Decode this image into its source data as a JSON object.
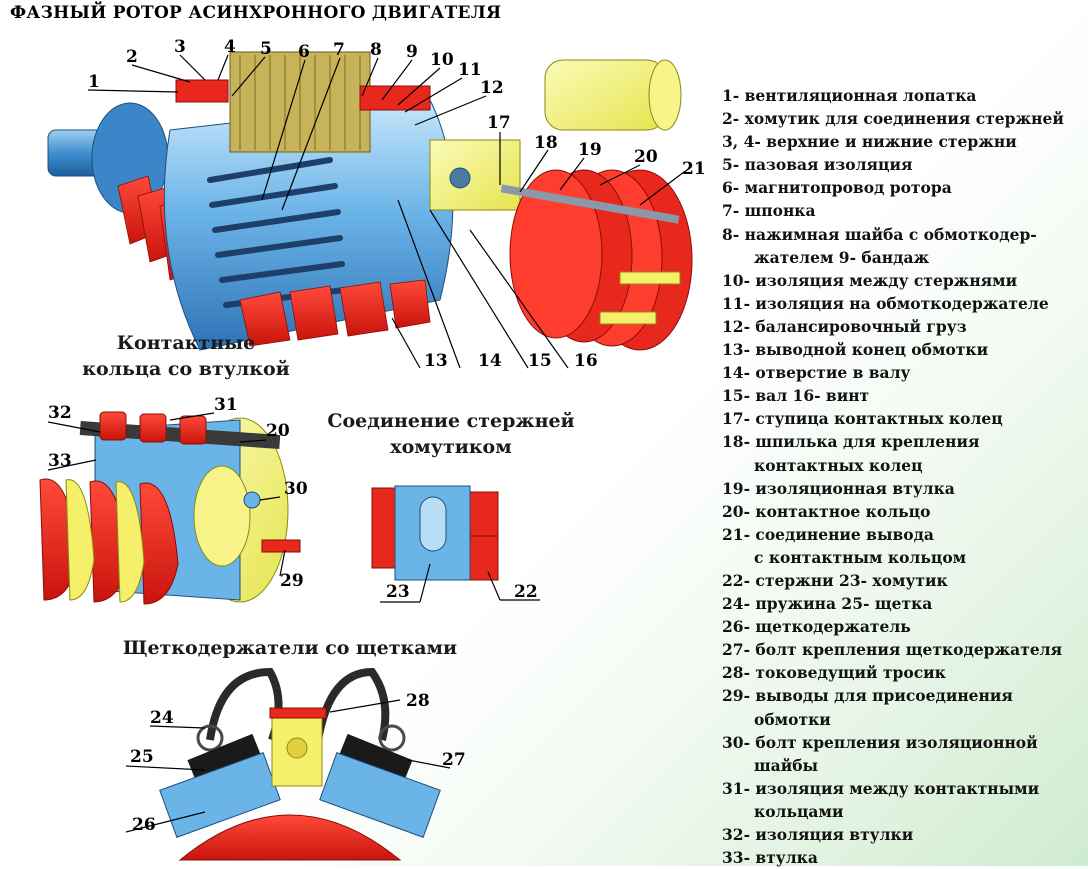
{
  "title": "ФАЗНЫЙ РОТОР АСИНХРОННОГО ДВИГАТЕЛЯ",
  "sections": {
    "slip_rings": [
      "Контактные",
      "кольца со втулкой"
    ],
    "bar_clamp": [
      "Соединение стержней",
      "хомутиком"
    ],
    "brush_holders": [
      "Щеткодержатели со щетками"
    ]
  },
  "legend": [
    "1- вентиляционная лопатка",
    "2- хомутик для соединения стержней",
    "3, 4- верхние и нижние стержни",
    "5- пазовая изоляция",
    "6- магнитопровод ротора",
    "7- шпонка",
    "8- нажимная шайба с обмоткодер-",
    "жателем 9- бандаж",
    "10- изоляция между стержнями",
    "11- изоляция на обмоткодержателе",
    "12- балансировочный груз",
    "13- выводной конец обмотки",
    "14- отверстие в валу",
    "15- вал 16- винт",
    "17- ступица контактных колец",
    "18- шпилька для крепления",
    "контактных колец",
    "19- изоляционная втулка",
    "20- контактное кольцо",
    "21- соединение вывода",
    "с контактным кольцом",
    "22- стержни 23- хомутик",
    "24- пружина 25- щетка",
    "26- щеткодержатель",
    "27- болт крепления щеткодержателя",
    "28- токоведущий тросик",
    "29- выводы для присоединения",
    "обмотки",
    "30- болт крепления изоляционной",
    "шайбы",
    "31- изоляция между контактными",
    "кольцами",
    "32- изоляция втулки",
    "33- втулка"
  ],
  "callouts": {
    "main": [
      "1",
      "2",
      "3",
      "4",
      "5",
      "6",
      "7",
      "8",
      "9",
      "10",
      "11",
      "12",
      "13",
      "14",
      "15",
      "16",
      "17",
      "18",
      "19",
      "20",
      "21"
    ],
    "slip_rings": [
      "32",
      "31",
      "20",
      "33",
      "30",
      "29"
    ],
    "bar_clamp": [
      "23",
      "22"
    ],
    "brush": [
      "24",
      "28",
      "25",
      "27",
      "26"
    ]
  }
}
